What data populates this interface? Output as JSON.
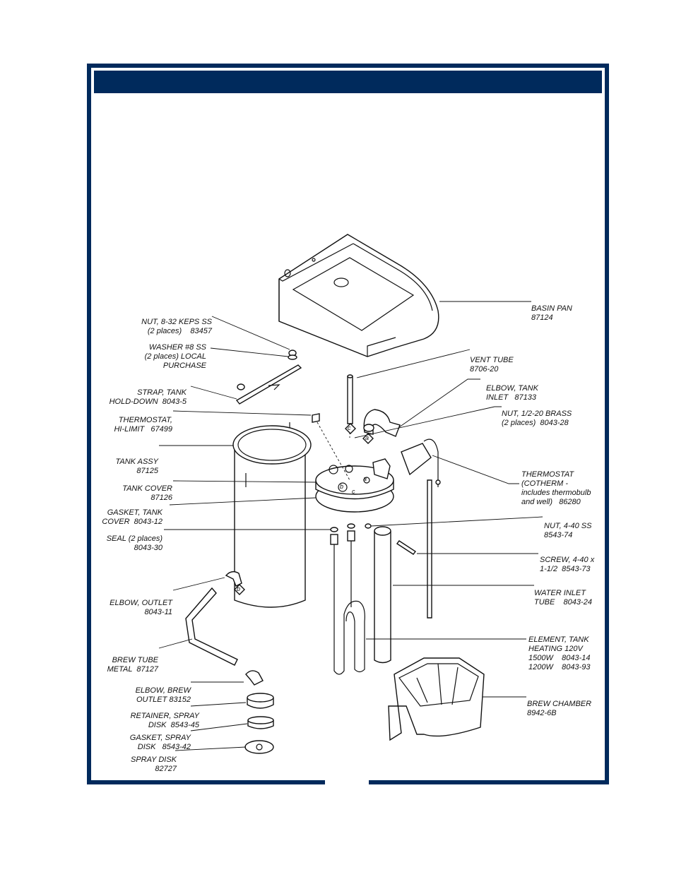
{
  "colors": {
    "frame": "#002a5c",
    "line": "#111111",
    "background": "#ffffff"
  },
  "callouts": {
    "a": "a",
    "b": "b",
    "c": "c"
  },
  "labels": [
    {
      "id": "basin-pan",
      "lines": [
        "BASIN PAN",
        "87124"
      ]
    },
    {
      "id": "nut-keps",
      "lines": [
        "NUT, 8-32 KEPS SS",
        "(2 places)    83457"
      ]
    },
    {
      "id": "washer",
      "lines": [
        "WASHER #8 SS",
        "(2 places) LOCAL",
        "PURCHASE"
      ]
    },
    {
      "id": "vent-tube",
      "lines": [
        "VENT TUBE",
        "8706-20"
      ]
    },
    {
      "id": "strap",
      "lines": [
        "STRAP, TANK",
        "HOLD-DOWN  8043-5"
      ]
    },
    {
      "id": "elbow-inlet",
      "lines": [
        "ELBOW, TANK",
        "INLET   87133"
      ]
    },
    {
      "id": "thermostat-hi",
      "lines": [
        "THERMOSTAT,",
        "HI-LIMIT   67499"
      ]
    },
    {
      "id": "nut-brass",
      "lines": [
        "NUT, 1/2-20 BRASS",
        "(2 places)  8043-28"
      ]
    },
    {
      "id": "tank-assy",
      "lines": [
        "TANK ASSY",
        "87125"
      ]
    },
    {
      "id": "thermostat-cotherm",
      "lines": [
        "THERMOSTAT",
        "(COTHERM -",
        "includes thermobulb",
        "and well)   86280"
      ]
    },
    {
      "id": "tank-cover",
      "lines": [
        "TANK COVER",
        "87126"
      ]
    },
    {
      "id": "gasket-cover",
      "lines": [
        "GASKET, TANK",
        "COVER  8043-12"
      ]
    },
    {
      "id": "nut-440",
      "lines": [
        "NUT, 4-40 SS",
        "8543-74"
      ]
    },
    {
      "id": "seal",
      "lines": [
        "SEAL (2 places)",
        "8043-30"
      ]
    },
    {
      "id": "screw",
      "lines": [
        "SCREW, 4-40 x",
        "1-1/2  8543-73"
      ]
    },
    {
      "id": "water-inlet",
      "lines": [
        "WATER INLET",
        "TUBE    8043-24"
      ]
    },
    {
      "id": "elbow-outlet",
      "lines": [
        "ELBOW, OUTLET",
        "8043-11"
      ]
    },
    {
      "id": "element",
      "lines": [
        "ELEMENT, TANK",
        "HEATING 120V",
        "1500W    8043-14",
        "1200W    8043-93"
      ]
    },
    {
      "id": "brew-tube",
      "lines": [
        "BREW TUBE",
        "METAL  87127"
      ]
    },
    {
      "id": "elbow-brew",
      "lines": [
        "ELBOW, BREW",
        "OUTLET 83152"
      ]
    },
    {
      "id": "brew-chamber",
      "lines": [
        "BREW CHAMBER",
        "8942-6B"
      ]
    },
    {
      "id": "retainer",
      "lines": [
        "RETAINER, SPRAY",
        "DISK  8543-45"
      ]
    },
    {
      "id": "gasket-spray",
      "lines": [
        "GASKET, SPRAY",
        "DISK   8543-42"
      ]
    },
    {
      "id": "spray-disk",
      "lines": [
        "SPRAY DISK",
        "82727"
      ]
    }
  ]
}
